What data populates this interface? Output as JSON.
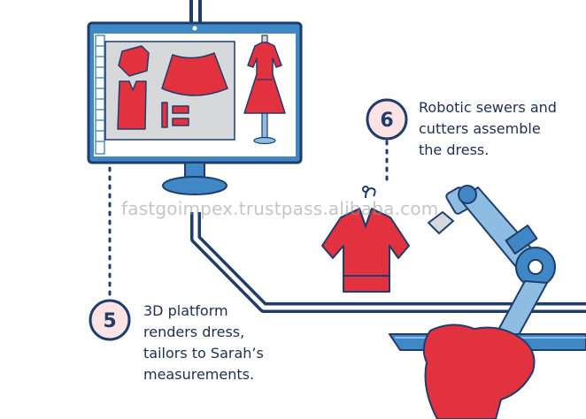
{
  "colors": {
    "navy": "#1f3d6b",
    "blue": "#3f88c5",
    "light_blue": "#8dbde2",
    "red": "#e2323f",
    "grey": "#d7d8da",
    "badge_fill": "#fde3e3",
    "text": "#1f2d4f"
  },
  "steps": [
    {
      "number": "5",
      "lines": [
        "3D platform",
        "renders dress,",
        "tailors to Sarah’s",
        "measurements."
      ]
    },
    {
      "number": "6",
      "lines": [
        "Robotic sewers and",
        "cutters assemble",
        "the dress."
      ]
    }
  ],
  "watermark": "fastgoimpex.trustpass.alibaba.com",
  "icons": [
    "monitor-icon",
    "dress-pattern-icon",
    "mannequin-icon",
    "dress-hanger-icon",
    "robotic-arm-icon",
    "conveyor-icon"
  ]
}
